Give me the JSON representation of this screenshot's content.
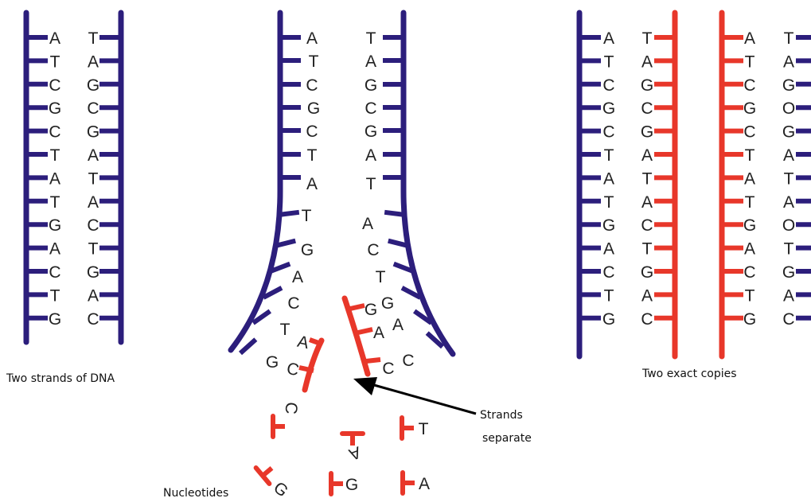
{
  "colors": {
    "original_strand": "#2c1e7c",
    "new_strand": "#e8372a",
    "text": "#222222",
    "background": "#ffffff"
  },
  "panels": {
    "double_strand": {
      "caption": "Two strands of DNA",
      "left_bases": [
        "A",
        "T",
        "C",
        "G",
        "C",
        "T",
        "A",
        "T",
        "G",
        "A",
        "C",
        "T",
        "G"
      ],
      "right_bases": [
        "T",
        "A",
        "G",
        "C",
        "G",
        "A",
        "T",
        "A",
        "C",
        "T",
        "G",
        "A",
        "C"
      ]
    },
    "replication": {
      "left_bases": [
        "A",
        "T",
        "C",
        "G",
        "C",
        "T",
        "A",
        "T",
        "G",
        "A",
        "C",
        "T",
        "G"
      ],
      "right_bases": [
        "T",
        "A",
        "G",
        "C",
        "G",
        "A",
        "T",
        "A",
        "C",
        "T",
        "G",
        "A",
        "C"
      ],
      "new_left_bases": [
        "A",
        "C"
      ],
      "new_right_bases": [
        "G",
        "A",
        "C"
      ],
      "free_nucleotides": [
        "C",
        "A",
        "T",
        "G",
        "G",
        "A"
      ],
      "arrow_label_line1": "Strands",
      "arrow_label_line2": "separate",
      "nucleotides_label": "Nucleotides"
    },
    "copies": {
      "caption": "Two exact copies",
      "copy1_left_bases": [
        "A",
        "T",
        "C",
        "G",
        "C",
        "T",
        "A",
        "T",
        "G",
        "A",
        "C",
        "T",
        "G"
      ],
      "copy1_right_bases": [
        "T",
        "A",
        "G",
        "C",
        "G",
        "A",
        "T",
        "A",
        "C",
        "T",
        "G",
        "A",
        "C"
      ],
      "copy2_left_bases": [
        "A",
        "T",
        "C",
        "G",
        "C",
        "T",
        "A",
        "T",
        "G",
        "A",
        "C",
        "T",
        "G"
      ],
      "copy2_right_bases": [
        "T",
        "A",
        "G",
        "O",
        "G",
        "A",
        "T",
        "A",
        "O",
        "T",
        "G",
        "A",
        "C"
      ]
    }
  }
}
